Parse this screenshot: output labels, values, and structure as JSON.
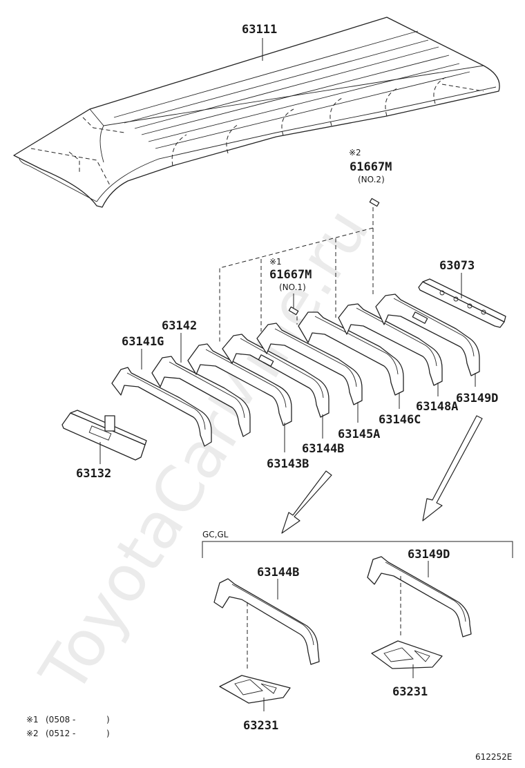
{
  "watermark": "ToyotaCarMine.ru",
  "group_label": "GC,GL",
  "figure_code": "612252E",
  "parts": {
    "roof_panel": "63111",
    "clip_upper": {
      "note": "※2",
      "number": "61667M",
      "qualifier": "(NO.2)"
    },
    "clip_lower": {
      "note": "※1",
      "number": "61667M",
      "qualifier": "(NO.1)"
    },
    "rear_header": "63073",
    "front_header": "63132",
    "bow_1": "63141G",
    "bow_2": "63142",
    "bow_3": "63143B",
    "bow_4": "63144B",
    "bow_5": "63145A",
    "bow_6": "63146C",
    "bow_7": "63148A",
    "bow_8": "63149D",
    "detail_bow_a": "63144B",
    "detail_bow_b": "63149D",
    "pad_a": "63231",
    "pad_b": "63231"
  },
  "footnotes": [
    {
      "mark": "※1",
      "text": "(0508 -",
      "close": ")"
    },
    {
      "mark": "※2",
      "text": "(0512 -",
      "close": ")"
    }
  ]
}
